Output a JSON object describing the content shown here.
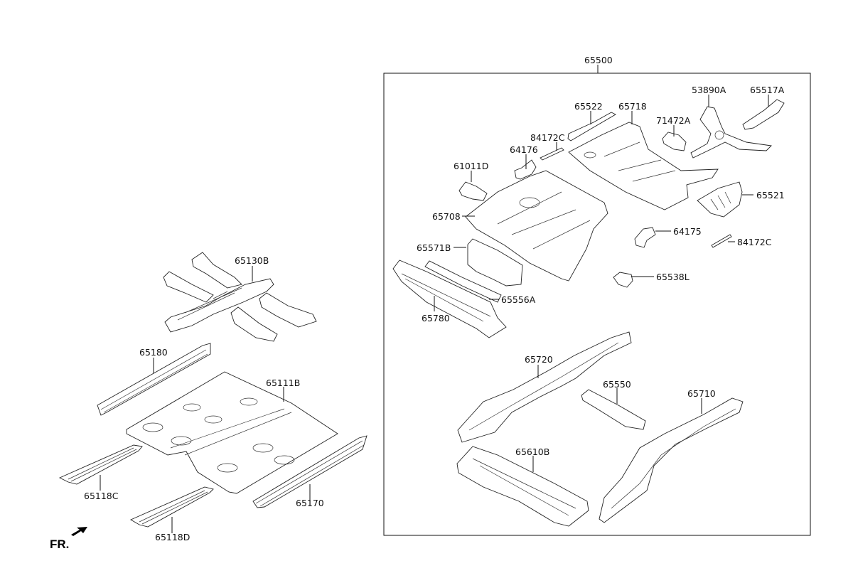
{
  "diagram": {
    "type": "exploded-parts-diagram",
    "subject": "Floor panel assembly",
    "assembly": {
      "label": "65500"
    },
    "orientation_marker": {
      "label": "FR.",
      "icon": "front-arrow-icon"
    },
    "parts": [
      {
        "id": "65130B",
        "label": "65130B",
        "group": "front-floor"
      },
      {
        "id": "65180",
        "label": "65180",
        "group": "front-floor"
      },
      {
        "id": "65111B",
        "label": "65111B",
        "group": "front-floor"
      },
      {
        "id": "65118C",
        "label": "65118C",
        "group": "front-floor"
      },
      {
        "id": "65118D",
        "label": "65118D",
        "group": "front-floor"
      },
      {
        "id": "65170",
        "label": "65170",
        "group": "front-floor"
      },
      {
        "id": "65522",
        "label": "65522",
        "group": "rear-floor-65500"
      },
      {
        "id": "65718",
        "label": "65718",
        "group": "rear-floor-65500"
      },
      {
        "id": "71472A",
        "label": "71472A",
        "group": "rear-floor-65500"
      },
      {
        "id": "53890A",
        "label": "53890A",
        "group": "rear-floor-65500"
      },
      {
        "id": "65517A",
        "label": "65517A",
        "group": "rear-floor-65500"
      },
      {
        "id": "84172C-a",
        "label": "84172C",
        "group": "rear-floor-65500"
      },
      {
        "id": "64176",
        "label": "64176",
        "group": "rear-floor-65500"
      },
      {
        "id": "61011D",
        "label": "61011D",
        "group": "rear-floor-65500"
      },
      {
        "id": "65521",
        "label": "65521",
        "group": "rear-floor-65500"
      },
      {
        "id": "65708",
        "label": "65708",
        "group": "rear-floor-65500"
      },
      {
        "id": "64175",
        "label": "64175",
        "group": "rear-floor-65500"
      },
      {
        "id": "84172C-b",
        "label": "84172C",
        "group": "rear-floor-65500"
      },
      {
        "id": "65571B",
        "label": "65571B",
        "group": "rear-floor-65500"
      },
      {
        "id": "65538L",
        "label": "65538L",
        "group": "rear-floor-65500"
      },
      {
        "id": "65556A",
        "label": "65556A",
        "group": "rear-floor-65500"
      },
      {
        "id": "65780",
        "label": "65780",
        "group": "rear-floor-65500"
      },
      {
        "id": "65720",
        "label": "65720",
        "group": "rear-floor-65500"
      },
      {
        "id": "65550",
        "label": "65550",
        "group": "rear-floor-65500"
      },
      {
        "id": "65710",
        "label": "65710",
        "group": "rear-floor-65500"
      },
      {
        "id": "65610B",
        "label": "65610B",
        "group": "rear-floor-65500"
      }
    ]
  }
}
